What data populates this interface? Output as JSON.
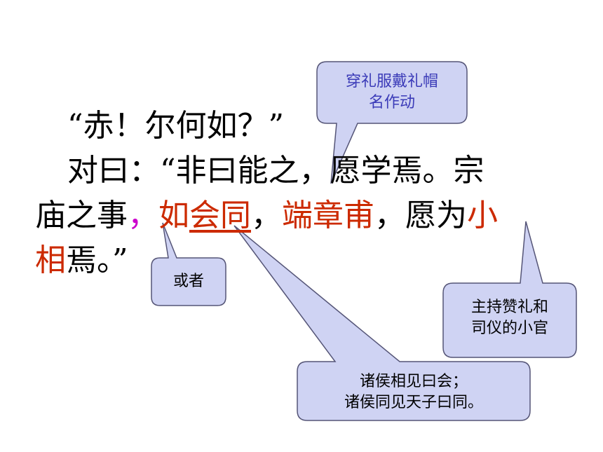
{
  "passage": {
    "line1": "“赤！尔何如？”",
    "line2": "对曰：“非曰能之，愿学焉。宗",
    "line3_a": "庙之事",
    "line3_b": "，",
    "line3_c": "如",
    "line3_d": "会同",
    "line3_e": "，",
    "line3_f": "端章甫",
    "line3_g": "，愿为",
    "line3_h": "小",
    "line4_a": "相",
    "line4_b": "焉。”"
  },
  "callouts": {
    "top": {
      "line1": "穿礼服戴礼帽",
      "line2": "名作动"
    },
    "or": {
      "text": "或者"
    },
    "xiaoxiang": {
      "line1": "主持赞礼和",
      "line2": "司仪的小官"
    },
    "huitong": {
      "line1": "诸侯相见曰会；",
      "line2": "诸侯同见天子曰同。"
    }
  },
  "colors": {
    "callout_fill": "#cfd3f3",
    "callout_stroke": "#555577",
    "red": "#cc2a00",
    "magenta": "#cc00cc",
    "blue_text": "#3b3bb8"
  }
}
